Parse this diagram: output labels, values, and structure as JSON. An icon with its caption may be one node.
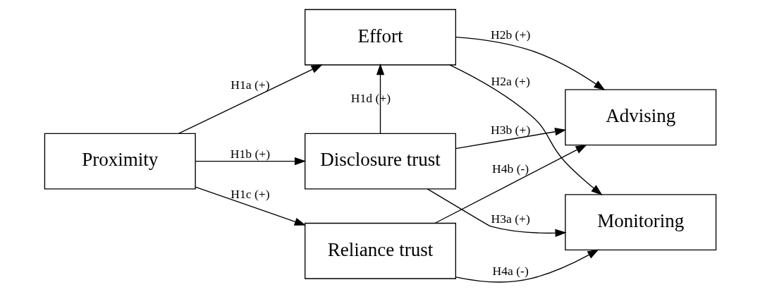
{
  "diagram": {
    "nodes": [
      {
        "text": [
          "Proximity"
        ]
      },
      {
        "text": [
          "Effort"
        ]
      },
      {
        "text": [
          "Disclosure trust"
        ]
      },
      {
        "text": [
          "Reliance trust"
        ]
      },
      {
        "text": [
          "Monitoring"
        ]
      },
      {
        "text": [
          "Advising"
        ]
      }
    ],
    "edges": [
      {
        "from": 0,
        "to": 1,
        "arrow": "to",
        "label": "H1a (+)"
      },
      {
        "from": 0,
        "to": 2,
        "arrow": "to",
        "label": "H1b (+)"
      },
      {
        "from": 0,
        "to": 3,
        "arrow": "to",
        "label": "H1c (+)"
      },
      {
        "from": 2,
        "to": 1,
        "arrow": "to",
        "label": "H1d (+)"
      },
      {
        "from": 1,
        "to": 4,
        "arrow": "to",
        "label": "H2a (+)"
      },
      {
        "from": 1,
        "to": 5,
        "arrow": "to",
        "label": "H2b (+)"
      },
      {
        "from": 2,
        "to": 4,
        "arrow": "to",
        "label": "H3a (+)"
      },
      {
        "from": 2,
        "to": 5,
        "arrow": "to",
        "label": "H3b (+)"
      },
      {
        "from": 3,
        "to": 4,
        "arrow": "to",
        "label": "H4a (-)"
      },
      {
        "from": 3,
        "to": 5,
        "arrow": "to",
        "label": "H4b (-)"
      }
    ]
  }
}
